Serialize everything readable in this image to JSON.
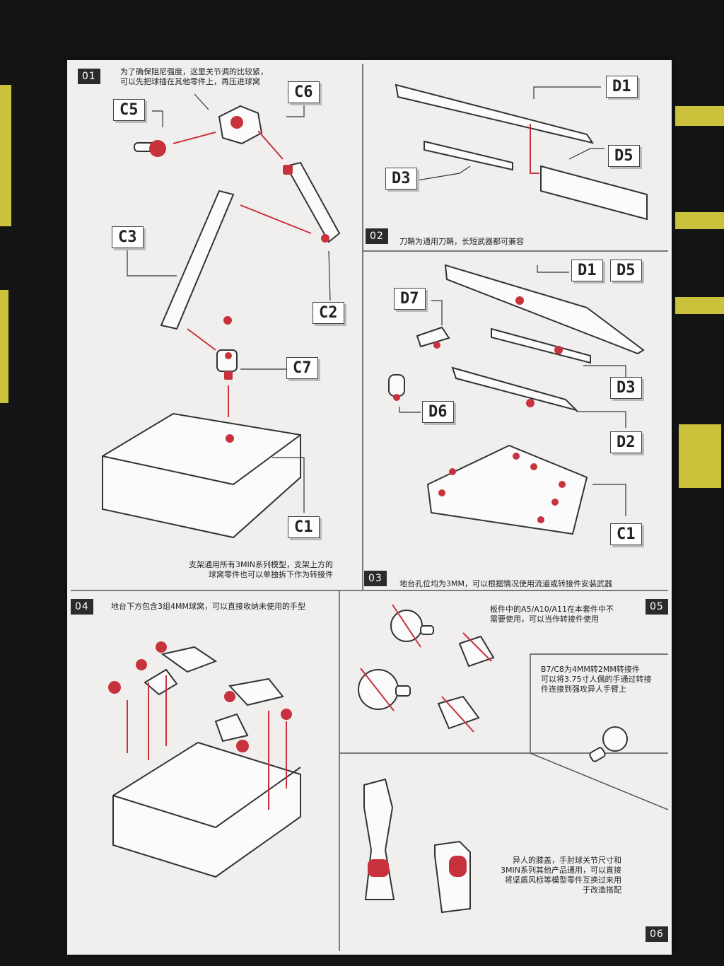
{
  "colors": {
    "accent_red": "#c8323c",
    "paper": "#f1efed",
    "ink": "#333333",
    "background": "#141414",
    "stripe_yellow": "#c9c23a"
  },
  "steps": [
    {
      "number": "01",
      "note": "为了确保阻尼强度，这里关节调的比较紧，\n可以先把球插在其他零件上，再压进球窝",
      "footer": "支架通用所有3MIN系列模型，支架上方的\n球窝零件也可以单独拆下作为转接件",
      "labels": [
        "C5",
        "C6",
        "C3",
        "C2",
        "C7",
        "C1"
      ]
    },
    {
      "number": "02",
      "note": "刀鞘为通用刀鞘，长短武器都可兼容",
      "labels": [
        "D1",
        "D5",
        "D3"
      ]
    },
    {
      "number": "03",
      "note": "地台孔位均为3MM，可以根据情况使用流道或转接件安装武器",
      "labels": [
        "D1",
        "D5",
        "D7",
        "D3",
        "D6",
        "D2",
        "C1"
      ]
    },
    {
      "number": "04",
      "note": "地台下方包含3组4MM球窝，可以直接收纳未使用的手型"
    },
    {
      "number": "05",
      "note": "板件中的A5/A10/A11在本套件中不\n需要使用，可以当作转接件使用",
      "note2": "B7/C8为4MM转2MM转接件\n可以将3.75寸人偶的手通过转接\n件连接到强攻异人手臂上"
    },
    {
      "number": "06",
      "note": "异人的膝盖，手肘球关节尺寸和\n3MIN系列其他产品通用，可以直接\n将坚盾风标等模型零件互换过来用\n于改造搭配"
    }
  ]
}
